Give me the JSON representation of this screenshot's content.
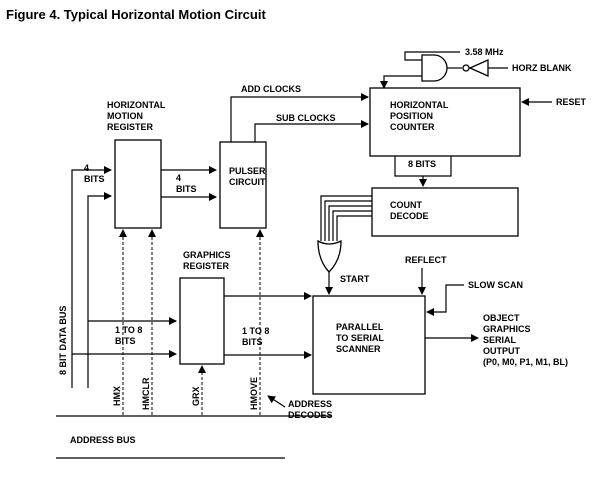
{
  "title": "Figure 4. Typical Horizontal Motion Circuit",
  "blocks": {
    "hmr": [
      "HORIZONTAL",
      "MOTION",
      "REGISTER"
    ],
    "pulser": [
      "PULSER",
      "CIRCUIT"
    ],
    "hpc": [
      "HORIZONTAL",
      "POSITION",
      "COUNTER"
    ],
    "count": [
      "COUNT",
      "DECODE"
    ],
    "gfx": [
      "GRAPHICS",
      "REGISTER"
    ],
    "p2s": [
      "PARALLEL",
      "TO SERIAL",
      "SCANNER"
    ]
  },
  "signals": {
    "clock": "3.58 MHz",
    "horz_blank": "HORZ BLANK",
    "reset": "RESET",
    "add_clocks": "ADD CLOCKS",
    "sub_clocks": "SUB CLOCKS",
    "bits_8": "8 BITS",
    "bits4_a": [
      "4",
      "BITS"
    ],
    "bits4_b": [
      "4",
      "BITS"
    ],
    "start": "START",
    "reflect": "REFLECT",
    "slow_scan": "SLOW SCAN",
    "one_to_8_a": [
      "1 TO 8",
      "BITS"
    ],
    "one_to_8_b": [
      "1 TO 8",
      "BITS"
    ],
    "data_bus": "8 BIT DATA BUS",
    "output": [
      "OBJECT",
      "GRAPHICS",
      "SERIAL",
      "OUTPUT",
      "(P0, M0, P1, M1, BL)"
    ],
    "address_decodes": [
      "ADDRESS",
      "DECODES"
    ],
    "address_bus": "ADDRESS BUS",
    "strobes": [
      "HMX",
      "HMCLR",
      "GRX",
      "HMOVE"
    ]
  }
}
